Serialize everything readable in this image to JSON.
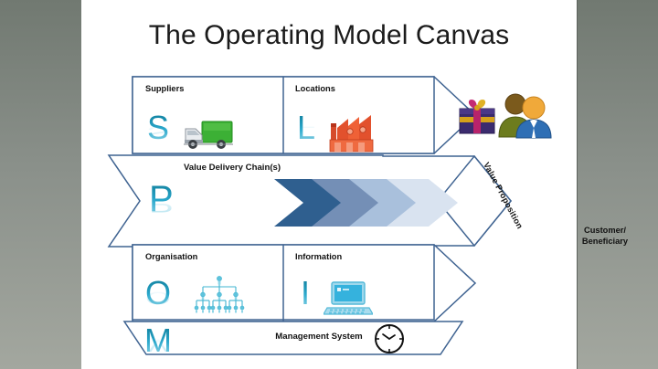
{
  "slide": {
    "title": "The Operating Model Canvas",
    "background_color": "#ffffff",
    "frame_color": "#8d938c",
    "outline_color": "#3f6391"
  },
  "top_band": {
    "cells": [
      {
        "label": "Suppliers",
        "letter": "S",
        "icon": "truck-icon",
        "icon_color": "#35b032"
      },
      {
        "label": "Locations",
        "letter": "L",
        "icon": "factory-icon",
        "icon_color": "#e0442a"
      }
    ]
  },
  "middle_band": {
    "label": "Value Delivery Chain(s)",
    "letter": "P",
    "chevrons": [
      {
        "color": "#2f5f8f"
      },
      {
        "color": "#748fb6"
      },
      {
        "color": "#a9c0dc"
      },
      {
        "color": "#d9e3f0"
      }
    ]
  },
  "value_proposition": {
    "label": "Value Proposition",
    "icon": "gift-icon",
    "icon_color": "#3b2b6e"
  },
  "customer": {
    "label": "Customer/ Beneficiary",
    "line1": "Customer/",
    "line2": "Beneficiary",
    "icon": "people-icon",
    "icon_colors": [
      "#6d7c1e",
      "#2f6fb5"
    ]
  },
  "bottom_band": {
    "cells": [
      {
        "label": "Organisation",
        "letter": "O",
        "icon": "org-chart-icon",
        "icon_color": "#45bcd8"
      },
      {
        "label": "Information",
        "letter": "I",
        "icon": "laptop-icon",
        "icon_color": "#4ec0e4"
      }
    ]
  },
  "management_band": {
    "label": "Management System",
    "letter": "M",
    "icon": "clock-icon",
    "icon_color": "#111111"
  },
  "letter_gradient": {
    "top": "#0e7c99",
    "mid": "#2aa8cc",
    "bottom": "#9fd9e8"
  }
}
